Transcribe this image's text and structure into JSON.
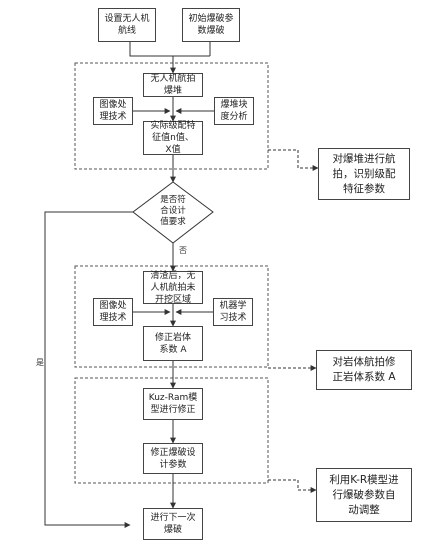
{
  "nodes": {
    "set_route": "设置无人机\n航线",
    "initial_params": "初始爆破参\n数爆破",
    "uav_photo": "无人机航拍\n爆堆",
    "image_proc_1": "图像处\n理技术",
    "pile_analysis": "爆堆块\n度分析",
    "grading": "实际级配特\n征值n值、\nX值",
    "decision": "是否符\n合设计\n值要求",
    "after_clear": "清渣后，无\n人机航拍未\n开挖区域",
    "image_proc_2": "图像处\n理技术",
    "ml_tech": "机器学\n习技术",
    "correct_coef": "修正岩体\n系数 A",
    "kuz_ram": "Kuz-Ram模\n型进行修正",
    "correct_params": "修正爆破设\n计参数",
    "next_blast": "进行下一次\n爆破"
  },
  "notes": {
    "note1": "对爆堆进行航\n拍，识别级配\n特征参数",
    "note2": "对岩体航拍修\n正岩体系数 A",
    "note3": "利用K-R模型进\n行爆破参数自\n动调整"
  },
  "labels": {
    "no": "否",
    "yes": "是"
  }
}
